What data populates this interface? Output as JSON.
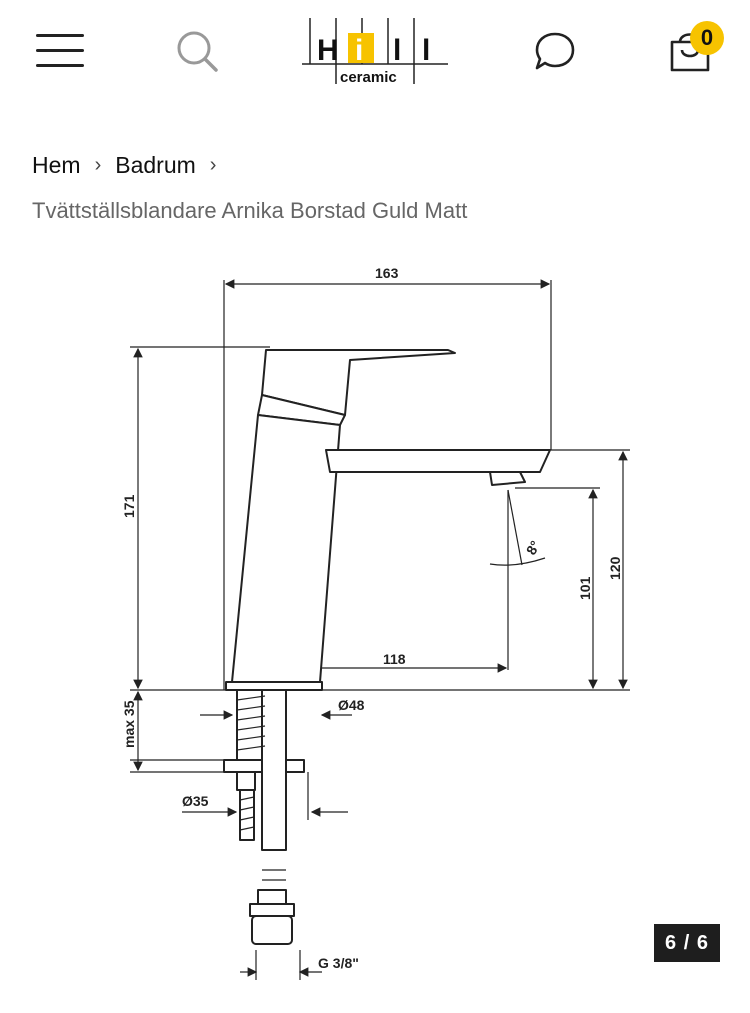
{
  "header": {
    "logo_letters": [
      "H",
      "i",
      "l",
      "l"
    ],
    "logo_sub": "ceramic",
    "cart_count": "0"
  },
  "breadcrumb": {
    "items": [
      "Hem",
      "Badrum"
    ]
  },
  "product": {
    "title": "Tvättställsblandare Arnika Borstad Guld Matt"
  },
  "drawing": {
    "dims": {
      "width": "163",
      "height": "171",
      "spout_height": "120",
      "outlet_height": "101",
      "reach": "118",
      "angle": "8°",
      "base_dia": "Ø48",
      "max_thickness": "max 35",
      "hole_dia": "Ø35",
      "thread": "G 3/8\""
    }
  },
  "gallery": {
    "counter": "6 / 6"
  },
  "colors": {
    "accent": "#f7c300",
    "text": "#111111",
    "muted": "#666666",
    "counter_bg": "#1e1e1e"
  }
}
